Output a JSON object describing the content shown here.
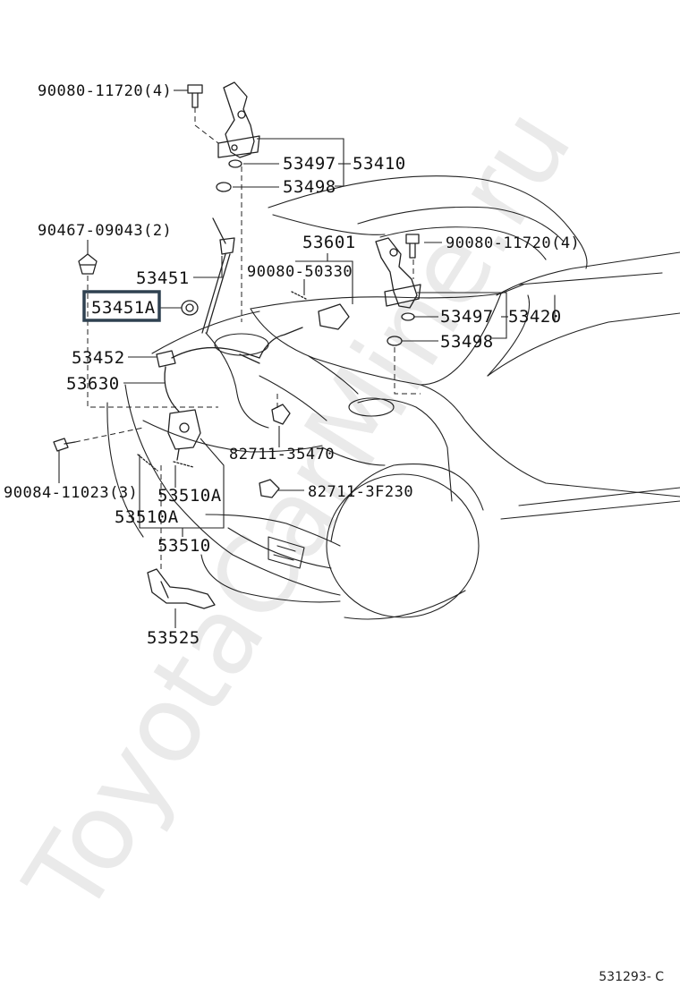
{
  "watermark": "ToyotaCarMine.ru",
  "reference_code": "531293- C",
  "highlight_color": "#2f4150",
  "labels": {
    "p90080_11720_left": "90080-11720(4)",
    "p53497_top": "53497",
    "p53410": "53410",
    "p53498_top": "53498",
    "p90467_09043": "90467-09043(2)",
    "p53601": "53601",
    "p90080_11720_right": "90080-11720(4)",
    "p53451": "53451",
    "p90080_50330": "90080-50330",
    "p53451A": "53451A",
    "p53497_right": "53497",
    "p53420": "53420",
    "p53452": "53452",
    "p53498_right": "53498",
    "p53630": "53630",
    "p82711_35470": "82711-35470",
    "p90084_11023": "90084-11023(3)",
    "p53510A_right": "53510A",
    "p82711_3F230": "82711-3F230",
    "p53510A_left": "53510A",
    "p53510": "53510",
    "p53525": "53525"
  }
}
